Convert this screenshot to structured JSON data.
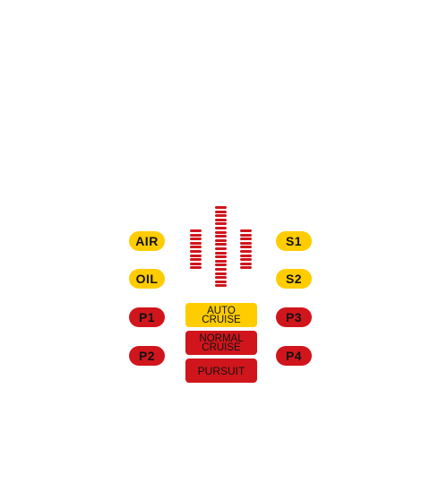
{
  "left_buttons": [
    {
      "label": "AIR",
      "color": "#ffcc00"
    },
    {
      "label": "OIL",
      "color": "#ffcc00"
    },
    {
      "label": "P1",
      "color": "#d0161c"
    },
    {
      "label": "P2",
      "color": "#d0161c"
    }
  ],
  "right_buttons": [
    {
      "label": "S1",
      "color": "#ffcc00"
    },
    {
      "label": "S2",
      "color": "#ffcc00"
    },
    {
      "label": "P3",
      "color": "#d0161c"
    },
    {
      "label": "P4",
      "color": "#d0161c"
    }
  ],
  "modes": {
    "auto_line1": "AUTO",
    "auto_line2": "CRUISE",
    "normal_line1": "NORMAL",
    "normal_line2": "CRUISE",
    "pursuit": "PURSUIT"
  },
  "colors": {
    "yellow": "#ffcc00",
    "red": "#d0161c",
    "background": "#ffffff"
  }
}
